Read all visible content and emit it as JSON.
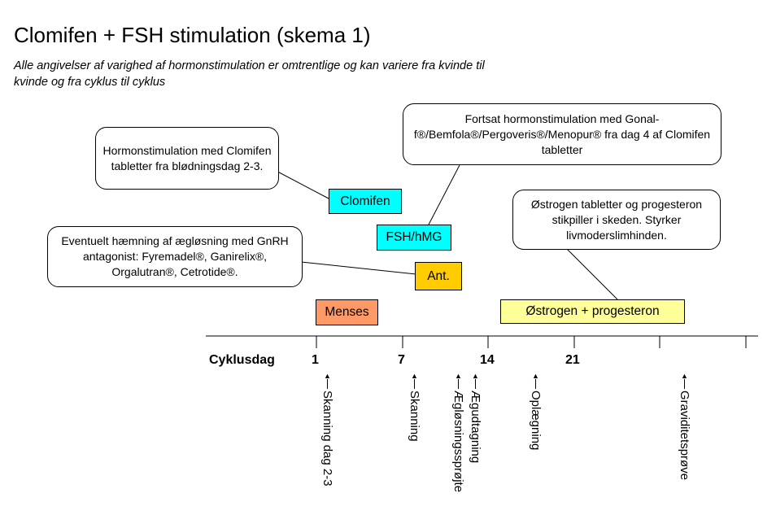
{
  "title": "Clomifen + FSH stimulation (skema 1)",
  "subtitle": "Alle angivelser af varighed af hormonstimulation er omtrentlige og kan variere fra kvinde til kvinde og fra cyklus til cyklus",
  "callouts": {
    "clomifen": "Hormonstimulation med Clomifen tabletter fra blødningsdag 2-3.",
    "fsh": "Fortsat hormonstimulation med Gonal-f®/Bemfola®/Pergoveris®/Menopur® fra dag 4 af Clomifen tabletter",
    "antagonist": "Eventuelt hæmning af ægløsning med GnRH antagonist: Fyremadel®, Ganirelix®, Orgalutran®, Cetrotide®.",
    "estrogen": "Østrogen tabletter og progesteron stikpiller i skeden. Styrker livmoderslimhinden."
  },
  "bars": {
    "clomifen": {
      "label": "Clomifen",
      "color": "#00ffff"
    },
    "fsh": {
      "label": "FSH/hMG",
      "color": "#00ffff"
    },
    "antagonist": {
      "label": "Ant.",
      "color": "#ffcc00"
    },
    "menses": {
      "label": "Menses",
      "color": "#ff9966"
    },
    "estrogen": {
      "label": "Østrogen + progesteron",
      "color": "#ffff99"
    }
  },
  "axis": {
    "label": "Cyklusdag",
    "ticks": [
      "1",
      "7",
      "14",
      "21"
    ]
  },
  "events": [
    {
      "label": "Skanning dag 2-3"
    },
    {
      "label": "Skanning"
    },
    {
      "label": "Ægløsningssprøjte"
    },
    {
      "label": "Ægudtagning"
    },
    {
      "label": "Oplægning"
    },
    {
      "label": "Graviditetsprøve"
    }
  ]
}
